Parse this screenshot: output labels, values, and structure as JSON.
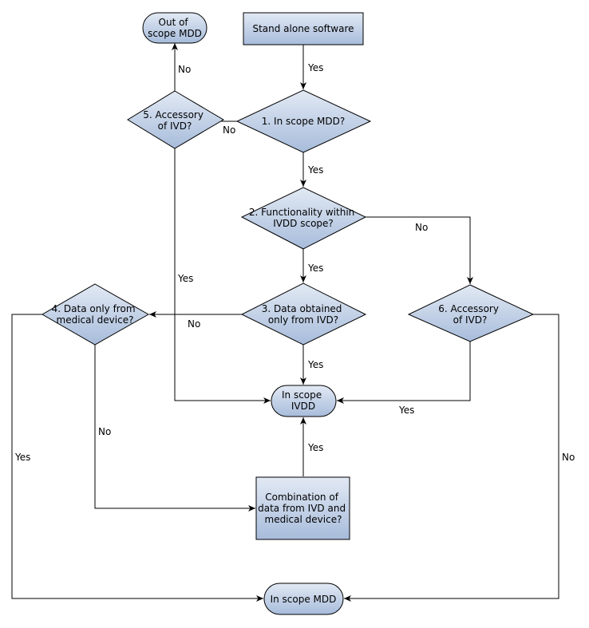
{
  "nodes": {
    "standalone": [
      "Stand alone software"
    ],
    "out_of_scope_mdd": [
      "Out of",
      "scope MDD"
    ],
    "q1": [
      "1. In scope MDD?"
    ],
    "q5": [
      "5. Accessory",
      "of IVD?"
    ],
    "q2": [
      "2. Functionality within",
      "IVDD scope?"
    ],
    "q3": [
      "3. Data obtained",
      "only from IVD?"
    ],
    "q4": [
      "4. Data only from",
      "medical device?"
    ],
    "q6": [
      "6. Accessory",
      "of IVD?"
    ],
    "in_scope_ivdd": [
      "In scope",
      "IVDD"
    ],
    "combination": [
      "Combination of",
      "data from IVD and",
      "medical device?"
    ],
    "in_scope_mdd": [
      "In scope MDD"
    ]
  },
  "edges": {
    "standalone_q1": "Yes",
    "q1_q5": "No",
    "q5_out": "No",
    "q1_q2": "Yes",
    "q2_q6": "No",
    "q2_q3": "Yes",
    "q5_ivdd": "Yes",
    "q3_q4": "No",
    "q3_ivdd": "Yes",
    "q6_ivdd": "Yes",
    "q4_comb": "No",
    "comb_ivdd": "Yes",
    "q4_mdd": "Yes",
    "q6_mdd": "No"
  },
  "colors": {
    "fill_light": "#dfe7f3",
    "fill_dark": "#a9bedc",
    "stroke": "#000000"
  }
}
